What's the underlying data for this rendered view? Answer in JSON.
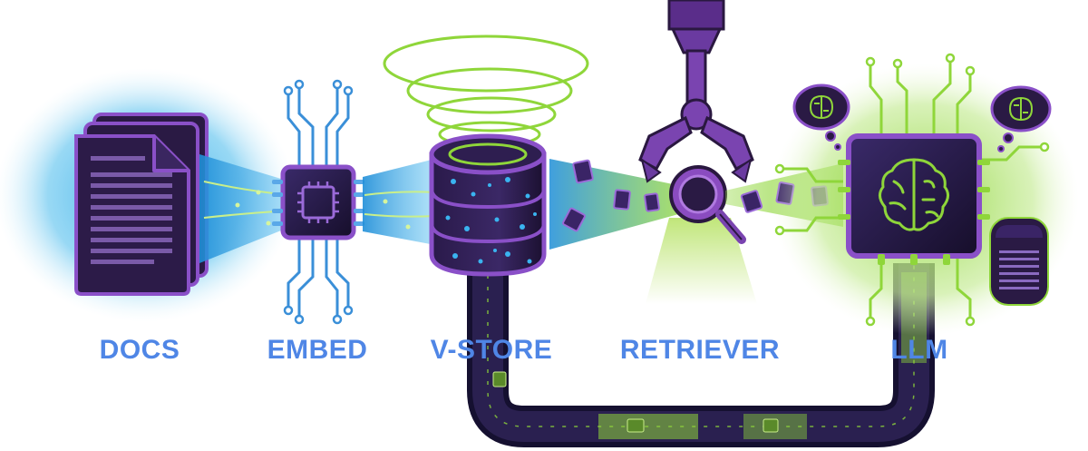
{
  "labels": {
    "docs": "DOCS",
    "embed": "EMBED",
    "vstore": "V-STORE",
    "retriever": "RETRIEVER",
    "llm": "LLM"
  },
  "icons": {
    "docs": "document-stack-icon",
    "embed": "chip-icon",
    "vstore": "database-icon",
    "retriever": "claw-magnifier-icon",
    "llm": "brain-chip-icon"
  },
  "colors": {
    "label": "#4f86e6",
    "purple": "#6a3aa0",
    "dark_purple": "#2a1840",
    "blue_glow": "#2aa8e6",
    "green_glow": "#8fd63a"
  }
}
